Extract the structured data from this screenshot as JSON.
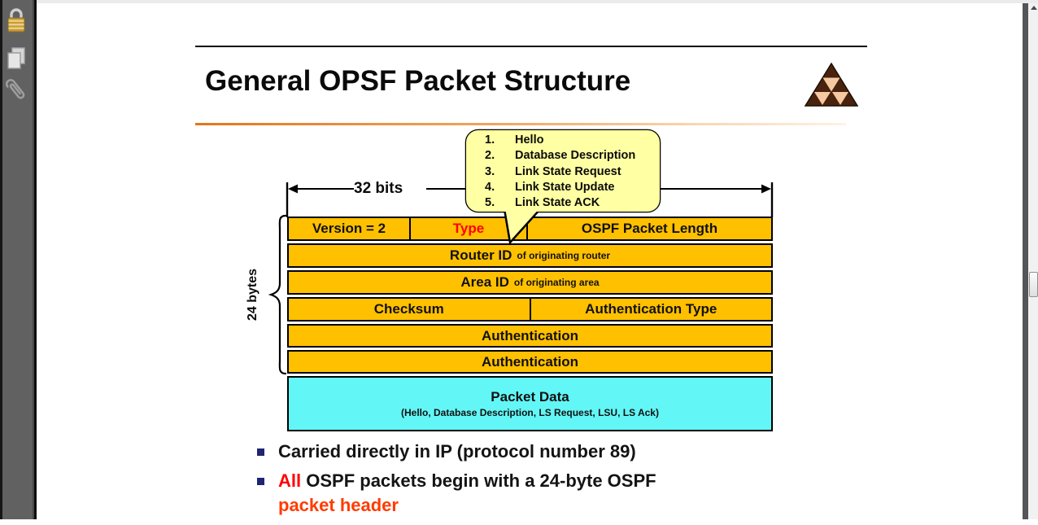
{
  "sidebar": {
    "icons": [
      {
        "name": "security-lock"
      },
      {
        "name": "page-thumbnails"
      },
      {
        "name": "attachments"
      }
    ]
  },
  "slide": {
    "title": "General OPSF Packet Structure",
    "callout": {
      "items": [
        {
          "num": "1.",
          "label": "Hello"
        },
        {
          "num": "2.",
          "label": "Database Description"
        },
        {
          "num": "3.",
          "label": "Link State Request"
        },
        {
          "num": "4.",
          "label": "Link State Update"
        },
        {
          "num": "5.",
          "label": "Link State ACK"
        }
      ]
    },
    "width_label": "32 bits",
    "height_label": "24 bytes",
    "packet_table": {
      "row1": {
        "c1": "Version = 2",
        "c2": "Type",
        "c3": "OSPF Packet Length"
      },
      "row2": {
        "main": "Router ID",
        "suffix": "of originating router"
      },
      "row3": {
        "main": "Area ID",
        "suffix": "of originating area"
      },
      "row4": {
        "c1": "Checksum",
        "c2": "Authentication Type"
      },
      "row5": "Authentication",
      "row6": "Authentication",
      "row7": {
        "main": "Packet Data",
        "sub": "(Hello, Database Description, LS Request, LSU, LS Ack)"
      }
    },
    "bullets": {
      "b1": "Carried directly in IP (protocol number 89)",
      "b2_red": "All",
      "b2_black": "OSPF packets begin with a 24-byte OSPF",
      "b2_line2": "packet header"
    },
    "colors": {
      "header_row_bg": "#FFC000",
      "data_row_bg": "#63F6F6",
      "callout_bg": "#FFFFA3",
      "type_text": "#FF0000",
      "emphasis_red": "#FF0000",
      "emphasis_orange_red": "#FF3B00",
      "bullet_square": "#1F2473",
      "divider_orange": "#E4751A",
      "logo_dark": "#49230E",
      "logo_light": "#F6C9A2"
    }
  }
}
